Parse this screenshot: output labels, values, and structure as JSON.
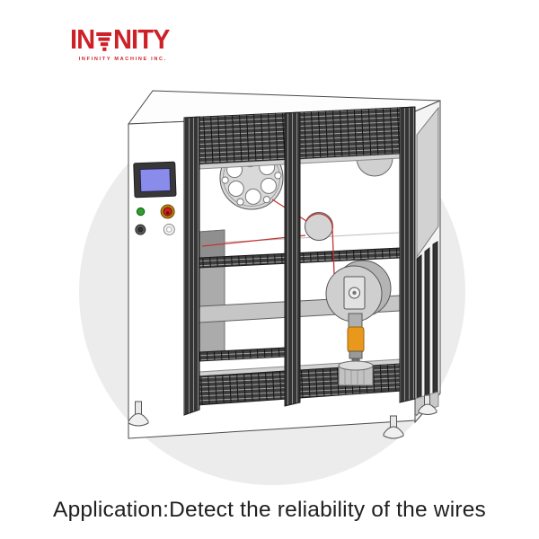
{
  "brand": {
    "logo_part1": "IN",
    "logo_part2": "NITY",
    "logo_text": "INFINITY",
    "tagline": "INFINITY MACHINE INC."
  },
  "caption": "Application:Detect the reliability of the wires",
  "illustration": {
    "subject": "wire-reliability-swing-test-machine-3d-render",
    "colors": {
      "brand_red": "#cd2128",
      "circle_gray": "#ececec",
      "screen_blue": "#8a8cec",
      "wire_red": "#c53434",
      "damper_orange": "#e8991c",
      "estop_ring": "#b8860b",
      "estop_red": "#cc2020",
      "led_green": "#2e9e2e",
      "caption_color": "#202020",
      "frame_dark": "#3a3a3a"
    }
  }
}
